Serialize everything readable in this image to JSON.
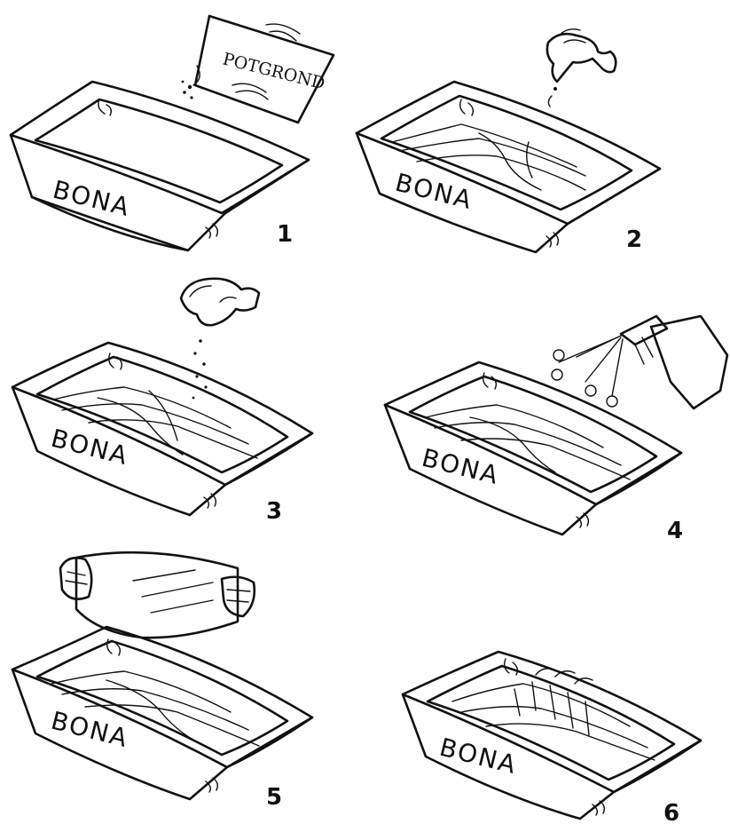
{
  "panels": [
    {
      "step": "1",
      "brand": "BONA",
      "bag_label": "POTGROND"
    },
    {
      "step": "2",
      "brand": "BONA"
    },
    {
      "step": "3",
      "brand": "BONA"
    },
    {
      "step": "4",
      "brand": "BONA"
    },
    {
      "step": "5",
      "brand": "BONA"
    },
    {
      "step": "6",
      "brand": "BONA"
    }
  ],
  "colors": {
    "ink": "#111111",
    "paper": "#ffffff"
  }
}
